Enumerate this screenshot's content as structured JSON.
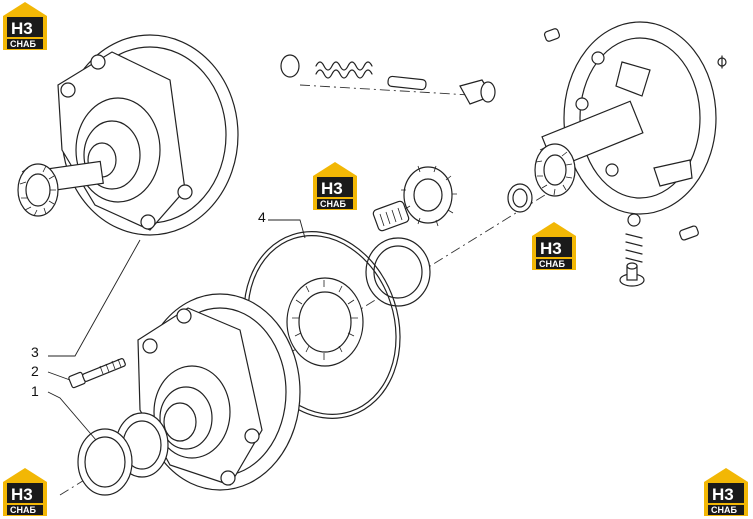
{
  "callouts": [
    {
      "id": "1",
      "label": "1"
    },
    {
      "id": "2",
      "label": "2"
    },
    {
      "id": "3",
      "label": "3"
    },
    {
      "id": "4",
      "label": "4"
    }
  ],
  "logo": {
    "mark": "H3",
    "caption": "CHAБ",
    "colors": {
      "accent": "#f2b705",
      "dark": "#1a1a1a",
      "light": "#ffffff"
    }
  }
}
